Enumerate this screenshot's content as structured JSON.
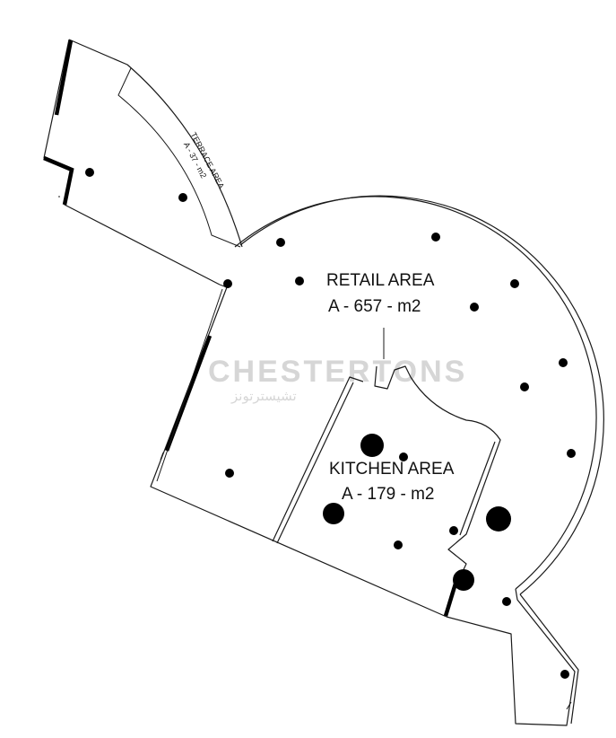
{
  "rooms": {
    "terrace": {
      "name": "TERRACE AREA",
      "area": "A - 37 - m2"
    },
    "retail": {
      "name": "RETAIL AREA",
      "area": "A - 657 - m2"
    },
    "kitchen": {
      "name": "KITCHEN AREA",
      "area": "A - 179 - m2"
    }
  },
  "watermark": {
    "brand": "CHESTERTONS",
    "brand_arabic": "تشيسترتونز"
  },
  "colors": {
    "lines": "#1a1a1a",
    "background": "#ffffff",
    "watermark": "#d6d6d6"
  }
}
